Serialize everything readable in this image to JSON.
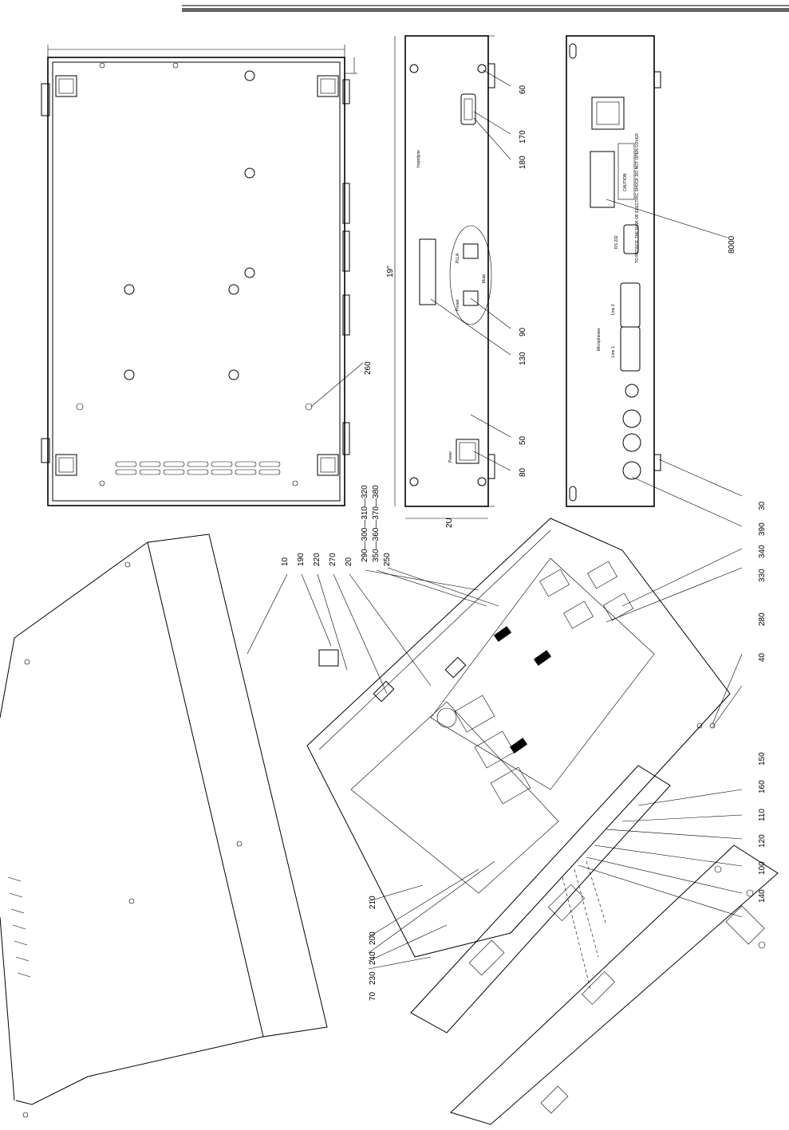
{
  "callouts_top": [
    {
      "text": "60"
    },
    {
      "text": "170"
    },
    {
      "text": "180"
    },
    {
      "text": "8000"
    },
    {
      "text": "90"
    },
    {
      "text": "130"
    },
    {
      "text": "50"
    },
    {
      "text": "80"
    },
    {
      "text": "30"
    },
    {
      "text": "390"
    },
    {
      "text": "260"
    }
  ],
  "callouts_bottom": [
    {
      "text": "10"
    },
    {
      "text": "190"
    },
    {
      "text": "220"
    },
    {
      "text": "270"
    },
    {
      "text": "20"
    },
    {
      "text": "290—300—310—320"
    },
    {
      "text": "350—360—370—380"
    },
    {
      "text": "250"
    },
    {
      "text": "340"
    },
    {
      "text": "330"
    },
    {
      "text": "280"
    },
    {
      "text": "40"
    },
    {
      "text": "150"
    },
    {
      "text": "160"
    },
    {
      "text": "110"
    },
    {
      "text": "120"
    },
    {
      "text": "100"
    },
    {
      "text": "140"
    },
    {
      "text": "210"
    },
    {
      "text": "200"
    },
    {
      "text": "240"
    },
    {
      "text": "230"
    },
    {
      "text": "70"
    }
  ],
  "front_panel": {
    "power": "Power",
    "preset": "Preset",
    "mute": "Mute",
    "mode": "PLLA",
    "brand": "Impedyne"
  },
  "rear_panel": {
    "caution": "CAUTION",
    "microphones": "Microphones",
    "line1": "Line 1",
    "line2": "Line 2",
    "rs232": "RS 232",
    "warning": "TO REDUCE THE RISK OF ELECTRIC SHOCK DO NOT OPEN COVER"
  },
  "dims": {
    "width_label": "19\"",
    "height_label": "2U"
  }
}
